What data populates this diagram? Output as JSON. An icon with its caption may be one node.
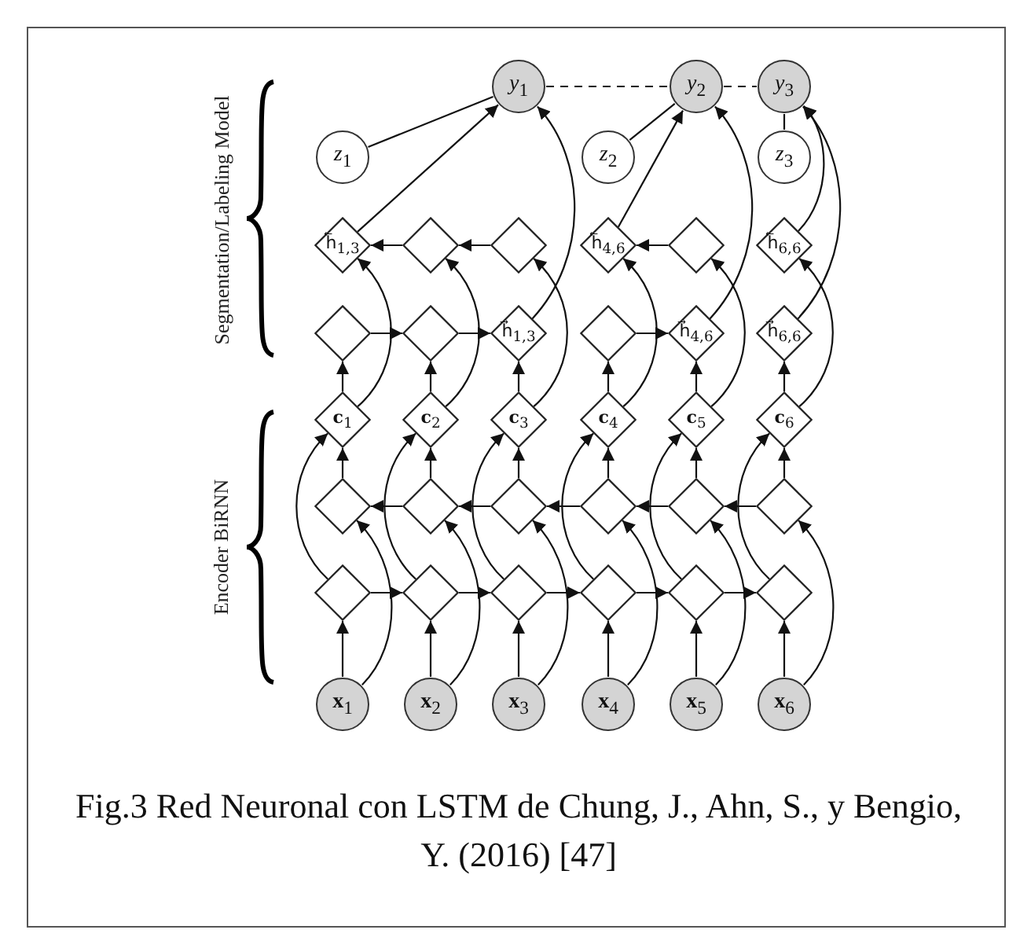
{
  "diagram": {
    "caption": "Fig.3 Red Neuronal con LSTM  de Chung, J., Ahn, S., y  Bengio, Y. (2016) [47]",
    "nodes": [
      {
        "text": [
          "*y*$_{1}$"
        ]
      },
      {
        "text": [
          "*y*$_{2}$"
        ]
      },
      {
        "text": [
          "*y*$_{3}$"
        ]
      },
      {
        "text": [
          "*z*$_{1}$"
        ]
      },
      {
        "text": [
          "*z*$_{2}$"
        ]
      },
      {
        "text": [
          "*z*$_{3}$"
        ]
      },
      {
        "text": [
          "h⃖$_{1,3}$"
        ]
      },
      {
        "text": [],
        "shape": "diamond"
      },
      {
        "text": [],
        "shape": "diamond"
      },
      {
        "text": [
          "h⃖$_{4,6}$"
        ]
      },
      {
        "text": [],
        "shape": "diamond"
      },
      {
        "text": [
          "h⃖$_{6,6}$"
        ]
      },
      {
        "text": [],
        "shape": "diamond"
      },
      {
        "text": [],
        "shape": "diamond"
      },
      {
        "text": [
          "h⃗$_{1,3}$"
        ]
      },
      {
        "text": [],
        "shape": "diamond"
      },
      {
        "text": [
          "h⃗$_{4,6}$"
        ]
      },
      {
        "text": [
          "h⃗$_{6,6}$"
        ]
      },
      {
        "text": [
          "**c**$_{1}$"
        ]
      },
      {
        "text": [
          "**c**$_{2}$"
        ]
      },
      {
        "text": [
          "**c**$_{3}$"
        ]
      },
      {
        "text": [
          "**c**$_{4}$"
        ]
      },
      {
        "text": [
          "**c**$_{5}$"
        ]
      },
      {
        "text": [
          "**c**$_{6}$"
        ]
      },
      {
        "text": [],
        "shape": "diamond"
      },
      {
        "text": [],
        "shape": "diamond"
      },
      {
        "text": [],
        "shape": "diamond"
      },
      {
        "text": [],
        "shape": "diamond"
      },
      {
        "text": [],
        "shape": "diamond"
      },
      {
        "text": [],
        "shape": "diamond"
      },
      {
        "text": [],
        "shape": "diamond"
      },
      {
        "text": [],
        "shape": "diamond"
      },
      {
        "text": [],
        "shape": "diamond"
      },
      {
        "text": [],
        "shape": "diamond"
      },
      {
        "text": [],
        "shape": "diamond"
      },
      {
        "text": [],
        "shape": "diamond"
      },
      {
        "text": [
          "**x**$_{1}$"
        ]
      },
      {
        "text": [
          "**x**$_{2}$"
        ]
      },
      {
        "text": [
          "**x**$_{3}$"
        ]
      },
      {
        "text": [
          "**x**$_{4}$"
        ]
      },
      {
        "text": [
          "**x**$_{5}$"
        ]
      },
      {
        "text": [
          "**x**$_{6}$"
        ]
      }
    ],
    "edges": [
      {
        "from": 0,
        "to": 1,
        "arrow": "none",
        "style": "dashed"
      },
      {
        "from": 1,
        "to": 2,
        "arrow": "none",
        "style": "dashed"
      },
      {
        "from": 3,
        "to": 0,
        "arrow": "none"
      },
      {
        "from": 4,
        "to": 1,
        "arrow": "none"
      },
      {
        "from": 5,
        "to": 2,
        "arrow": "none"
      },
      {
        "from": 6,
        "to": 0,
        "arrow": "to"
      },
      {
        "from": 14,
        "to": 0,
        "arrow": "to"
      },
      {
        "from": 9,
        "to": 1,
        "arrow": "to"
      },
      {
        "from": 16,
        "to": 1,
        "arrow": "to"
      },
      {
        "from": 11,
        "to": 2,
        "arrow": "to"
      },
      {
        "from": 17,
        "to": 2,
        "arrow": "to"
      },
      {
        "from": 8,
        "to": 7,
        "arrow": "to"
      },
      {
        "from": 7,
        "to": 6,
        "arrow": "to"
      },
      {
        "from": 10,
        "to": 9,
        "arrow": "to"
      },
      {
        "from": 12,
        "to": 13,
        "arrow": "to"
      },
      {
        "from": 13,
        "to": 14,
        "arrow": "to"
      },
      {
        "from": 15,
        "to": 16,
        "arrow": "to"
      },
      {
        "from": 18,
        "to": 12,
        "arrow": "to"
      },
      {
        "from": 19,
        "to": 13,
        "arrow": "to"
      },
      {
        "from": 20,
        "to": 14,
        "arrow": "to"
      },
      {
        "from": 21,
        "to": 15,
        "arrow": "to"
      },
      {
        "from": 22,
        "to": 16,
        "arrow": "to"
      },
      {
        "from": 23,
        "to": 17,
        "arrow": "to"
      },
      {
        "from": 18,
        "to": 6,
        "arrow": "to"
      },
      {
        "from": 19,
        "to": 7,
        "arrow": "to"
      },
      {
        "from": 20,
        "to": 8,
        "arrow": "to"
      },
      {
        "from": 21,
        "to": 9,
        "arrow": "to"
      },
      {
        "from": 22,
        "to": 10,
        "arrow": "to"
      },
      {
        "from": 23,
        "to": 11,
        "arrow": "to"
      },
      {
        "from": 29,
        "to": 28,
        "arrow": "to"
      },
      {
        "from": 28,
        "to": 27,
        "arrow": "to"
      },
      {
        "from": 27,
        "to": 26,
        "arrow": "to"
      },
      {
        "from": 26,
        "to": 25,
        "arrow": "to"
      },
      {
        "from": 25,
        "to": 24,
        "arrow": "to"
      },
      {
        "from": 30,
        "to": 31,
        "arrow": "to"
      },
      {
        "from": 31,
        "to": 32,
        "arrow": "to"
      },
      {
        "from": 32,
        "to": 33,
        "arrow": "to"
      },
      {
        "from": 33,
        "to": 34,
        "arrow": "to"
      },
      {
        "from": 34,
        "to": 35,
        "arrow": "to"
      },
      {
        "from": 30,
        "to": 18,
        "arrow": "to"
      },
      {
        "from": 31,
        "to": 19,
        "arrow": "to"
      },
      {
        "from": 32,
        "to": 20,
        "arrow": "to"
      },
      {
        "from": 33,
        "to": 21,
        "arrow": "to"
      },
      {
        "from": 34,
        "to": 22,
        "arrow": "to"
      },
      {
        "from": 35,
        "to": 23,
        "arrow": "to"
      },
      {
        "from": 24,
        "to": 18,
        "arrow": "to"
      },
      {
        "from": 25,
        "to": 19,
        "arrow": "to"
      },
      {
        "from": 26,
        "to": 20,
        "arrow": "to"
      },
      {
        "from": 27,
        "to": 21,
        "arrow": "to"
      },
      {
        "from": 28,
        "to": 22,
        "arrow": "to"
      },
      {
        "from": 29,
        "to": 23,
        "arrow": "to"
      },
      {
        "from": 36,
        "to": 30,
        "arrow": "to"
      },
      {
        "from": 37,
        "to": 31,
        "arrow": "to"
      },
      {
        "from": 38,
        "to": 32,
        "arrow": "to"
      },
      {
        "from": 39,
        "to": 33,
        "arrow": "to"
      },
      {
        "from": 40,
        "to": 34,
        "arrow": "to"
      },
      {
        "from": 41,
        "to": 35,
        "arrow": "to"
      },
      {
        "from": 36,
        "to": 24,
        "arrow": "to"
      },
      {
        "from": 37,
        "to": 25,
        "arrow": "to"
      },
      {
        "from": 38,
        "to": 26,
        "arrow": "to"
      },
      {
        "from": 39,
        "to": 27,
        "arrow": "to"
      },
      {
        "from": 40,
        "to": 28,
        "arrow": "to"
      },
      {
        "from": 41,
        "to": 29,
        "arrow": "to"
      }
    ],
    "labels": [
      "Segmentation/Labeling Model",
      "Encoder BiRNN"
    ]
  }
}
